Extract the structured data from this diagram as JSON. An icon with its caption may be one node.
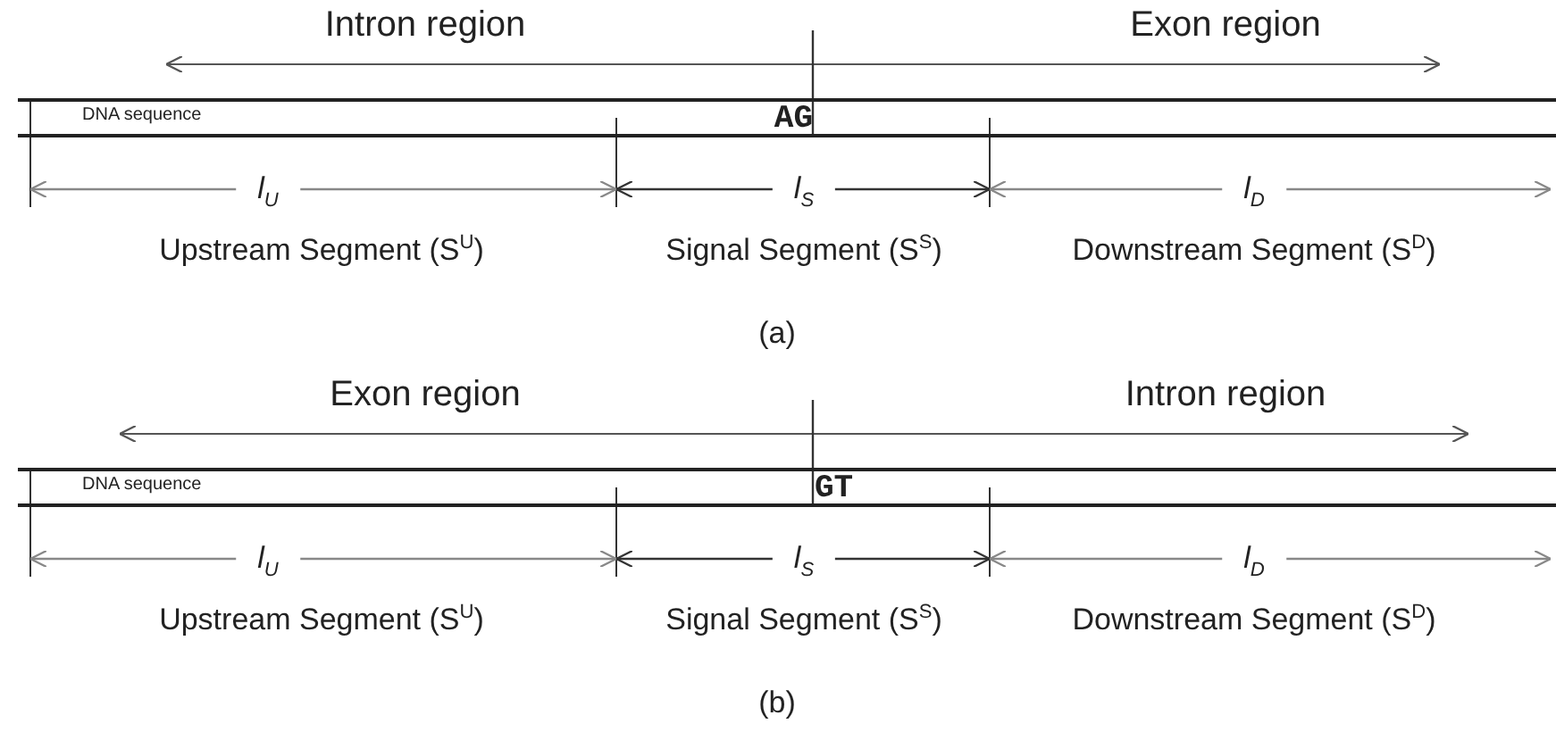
{
  "diagram": {
    "nodes": [
      {
        "text": [
          "DNA sequence",
          "AG"
        ]
      },
      {
        "text": [
          "DNA sequence",
          "GT"
        ]
      }
    ],
    "labels": [
      "Intron region",
      "Exon region",
      "l$_{U}$",
      "l$_{S}$",
      "l$_{D}$",
      "Upstream Segment (S$^{U}$)",
      "Signal Segment (S$^{S}$)",
      "Downstream Segment (S$^{D}$)",
      "(a)",
      "Exon region",
      "Intron region",
      "l$_{U}$",
      "l$_{S}$",
      "l$_{D}$",
      "Upstream Segment (S$^{U}$)",
      "Signal Segment (S$^{S}$)",
      "Downstream Segment (S$^{D}$)",
      "(b)"
    ]
  }
}
